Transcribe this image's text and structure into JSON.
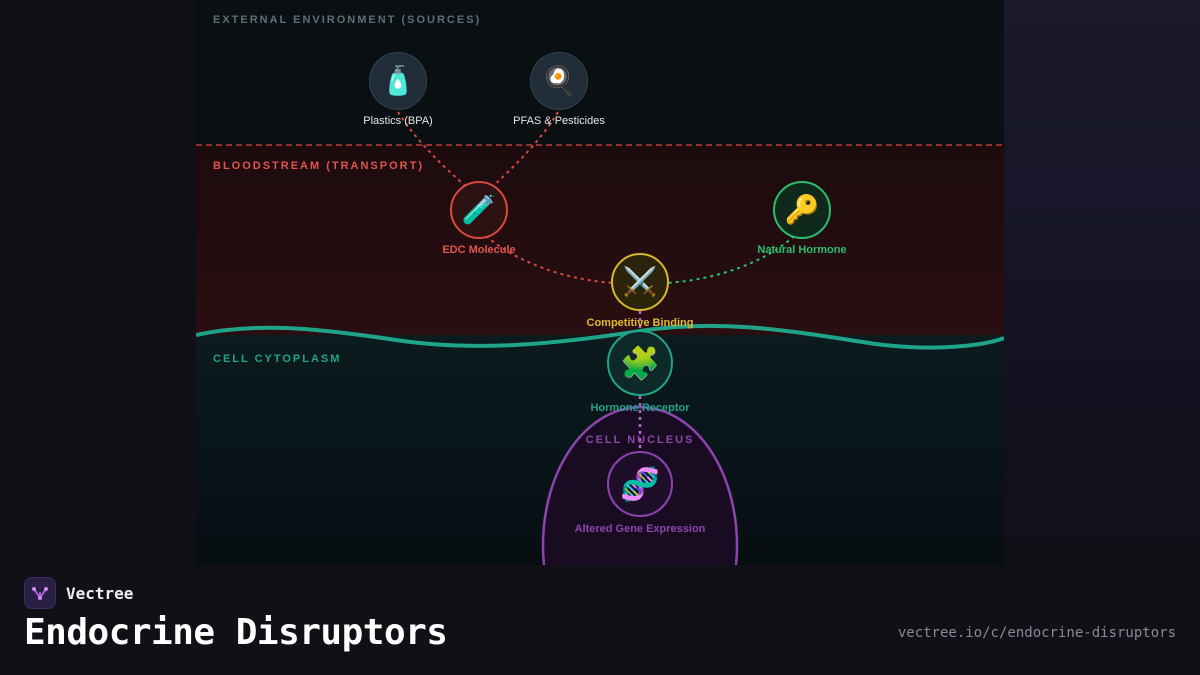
{
  "zones": {
    "external": "EXTERNAL ENVIRONMENT (SOURCES)",
    "bloodstream": "BLOODSTREAM (TRANSPORT)",
    "cytoplasm": "CELL CYTOPLASM",
    "nucleus": "CELL NUCLEUS"
  },
  "nodes": {
    "plastics": {
      "label": "Plastics (BPA)",
      "icon": "🧴",
      "icon_name": "bottle-icon"
    },
    "pfas": {
      "label": "PFAS & Pesticides",
      "icon": "🍳",
      "icon_name": "frying-pan-icon"
    },
    "edc": {
      "label": "EDC Molecule",
      "icon": "🧪",
      "icon_name": "test-tube-icon"
    },
    "natural": {
      "label": "Natural Hormone",
      "icon": "🔑",
      "icon_name": "key-icon"
    },
    "binding": {
      "label": "Competitive Binding",
      "icon": "⚔️",
      "icon_name": "crossed-swords-icon"
    },
    "receptor": {
      "label": "Hormone Receptor",
      "icon": "🧩",
      "icon_name": "puzzle-piece-icon"
    },
    "gene": {
      "label": "Altered Gene Expression",
      "icon": "🧬",
      "icon_name": "dna-icon"
    }
  },
  "colors": {
    "external": "#5a7079",
    "edc": "#d9493f",
    "natural": "#2bbf6d",
    "binding": "#d9b62c",
    "receptor": "#1fa389",
    "nucleus": "#8e44ad"
  },
  "footer": {
    "brand": "Vectree",
    "title": "Endocrine Disruptors",
    "url": "vectree.io/c/endocrine-disruptors"
  }
}
